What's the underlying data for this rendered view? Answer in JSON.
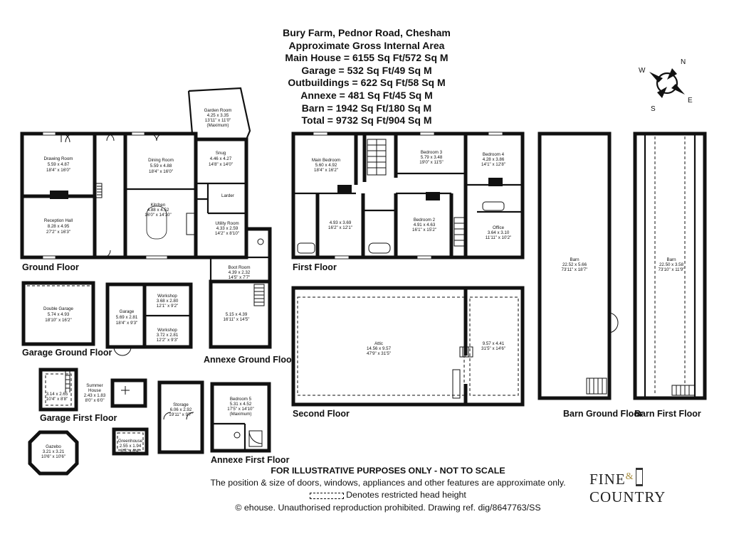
{
  "header": {
    "title": "Bury Farm, Pednor Road, Chesham",
    "subtitle": "Approximate Gross Internal Area",
    "areas": [
      "Main House = 6155 Sq Ft/572 Sq M",
      "Garage = 532 Sq Ft/49 Sq M",
      "Outbuildings = 622 Sq Ft/58 Sq M",
      "Annexe = 481 Sq Ft/45 Sq M",
      "Barn = 1942 Sq Ft/180 Sq M",
      "Total = 9732 Sq Ft/904 Sq M"
    ]
  },
  "compass": {
    "n": "N",
    "e": "E",
    "s": "S",
    "w": "W"
  },
  "floors": {
    "ground": "Ground Floor",
    "first": "First Floor",
    "second": "Second Floor",
    "garage_ground": "Garage Ground Floor",
    "garage_first": "Garage First Floor",
    "annexe_ground": "Annexe Ground Floor",
    "annexe_first": "Annexe First Floor",
    "barn_ground": "Barn Ground Floor",
    "barn_first": "Barn First Floor"
  },
  "rooms": {
    "garden_room": [
      "Garden Room",
      "4.25 x 3.35",
      "13'11\" x 11'0\"",
      "(Maximum)"
    ],
    "drawing_room": [
      "Drawing Room",
      "5.59 x 4.87",
      "18'4\" x 16'0\""
    ],
    "dining_room": [
      "Dining Room",
      "5.59 x 4.88",
      "18'4\" x 16'0\""
    ],
    "snug": [
      "Snug",
      "4.46 x 4.27",
      "14'8\" x 14'0\""
    ],
    "larder": [
      "Larder"
    ],
    "reception_hall": [
      "Reception Hall",
      "8.28 x 4.95",
      "27'2\" x 16'3\""
    ],
    "kitchen": [
      "Kitchen",
      "4.88 x 4.52",
      "16'0\" x 14'10\""
    ],
    "utility_room": [
      "Utility Room",
      "4.33 x 2.59",
      "14'2\" x 8'10\""
    ],
    "boot_room": [
      "Boot Room",
      "4.39 x 2.32",
      "14'5\" x 7'7\""
    ],
    "annexe_ground_room": [
      "5.15 x 4.39",
      "16'11\" x 14'5\""
    ],
    "double_garage": [
      "Double Garage",
      "5.74 x 4.93",
      "18'10\" x 16'2\""
    ],
    "garage": [
      "Garage",
      "5.69 x 2.81",
      "18'4\" x 9'3\""
    ],
    "workshop_1": [
      "Workshop",
      "3.68 x 2.80",
      "12'1\" x 9'2\""
    ],
    "workshop_2": [
      "Workshop",
      "3.72 x 2.81",
      "12'2\" x 9'3\""
    ],
    "main_bedroom": [
      "Main Bedroom",
      "5.60 x 4.92",
      "18'4\" x 16'2\""
    ],
    "bedroom_3": [
      "Bedroom 3",
      "5.79 x 3.48",
      "19'0\" x 11'5\""
    ],
    "bedroom_4": [
      "Bedroom 4",
      "4.28 x 3.86",
      "14'1\" x 12'8\""
    ],
    "first_room": [
      "4.93 x 3.69",
      "16'2\" x 12'1\""
    ],
    "bedroom_2": [
      "Bedroom 2",
      "4.91 x 4.63",
      "16'1\" x 15'2\""
    ],
    "office": [
      "Office",
      "3.64 x 3.10",
      "11'11\" x 10'2\""
    ],
    "attic": [
      "Attic",
      "14.56 x 9.57",
      "47'9\" x 31'5\""
    ],
    "second_room": [
      "9.57 x 4.41",
      "31'5\" x 14'6\""
    ],
    "barn_ground": [
      "Barn",
      "22.52 x 5.66",
      "73'11\" x 18'7\""
    ],
    "barn_first": [
      "Barn",
      "22.50 x 3.58",
      "73'10\" x 11'9\""
    ],
    "garage_first_room": [
      "3.14 x 2.65",
      "10'4\" x 8'8\""
    ],
    "summer_house": [
      "Summer",
      "House",
      "2.43 x 1.83",
      "8'0\" x 6'0\""
    ],
    "storage": [
      "Storage",
      "6.06 x 2.92",
      "19'11\" x 9'7\""
    ],
    "bedroom_5": [
      "Bedroom 5",
      "5.31 x 4.52",
      "17'5\" x 14'10\"",
      "(Maximum)"
    ],
    "gazebo": [
      "Gazebo",
      "3.21 x 3.21",
      "10'6\" x 10'6\""
    ],
    "greenhouse": [
      "Greenhouse",
      "2.55 x 1.94",
      "8'5\" x 6'4\""
    ]
  },
  "footer": {
    "disclaimer": "FOR ILLUSTRATIVE PURPOSES ONLY - NOT TO SCALE",
    "note": "The position & size of doors, windows, appliances and other features are approximate only.",
    "head_height": "Denotes restricted head height",
    "copyright": "© ehouse. Unauthorised reproduction prohibited. Drawing ref. dig/8647763/SS"
  },
  "logo": {
    "word1": "FINE",
    "amp": "&",
    "word2": "COUNTRY"
  }
}
